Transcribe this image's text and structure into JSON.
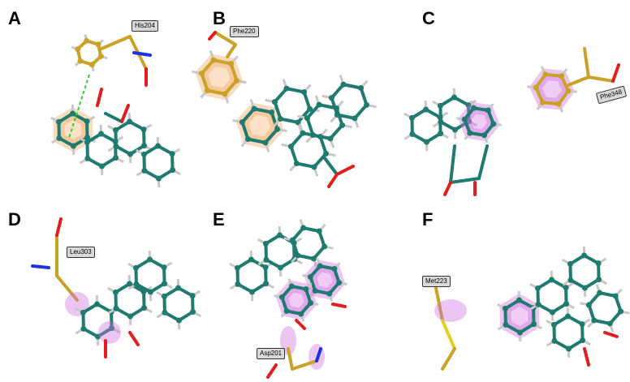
{
  "panels": [
    {
      "letter": "A",
      "residue": "His204",
      "highlight": "orange"
    },
    {
      "letter": "B",
      "residue": "Phe220",
      "highlight": "orange"
    },
    {
      "letter": "C",
      "residue": "Phe348",
      "highlight": "magenta"
    },
    {
      "letter": "D",
      "residue": "Leu303",
      "highlight": "magenta"
    },
    {
      "letter": "E",
      "residue": "Asp201",
      "highlight": "magenta"
    },
    {
      "letter": "F",
      "residue": "Met223",
      "highlight": "magenta"
    }
  ],
  "colors": {
    "ligand": "#1f7a70",
    "residue": "#c9a227",
    "oxygen": "#e02020",
    "nitrogen": "#2030e0",
    "hydrogen": "#c8c8c8",
    "orange_surface": "#f0a860",
    "magenta_surface": "#d070e0",
    "interaction_line": "#33cc33"
  }
}
